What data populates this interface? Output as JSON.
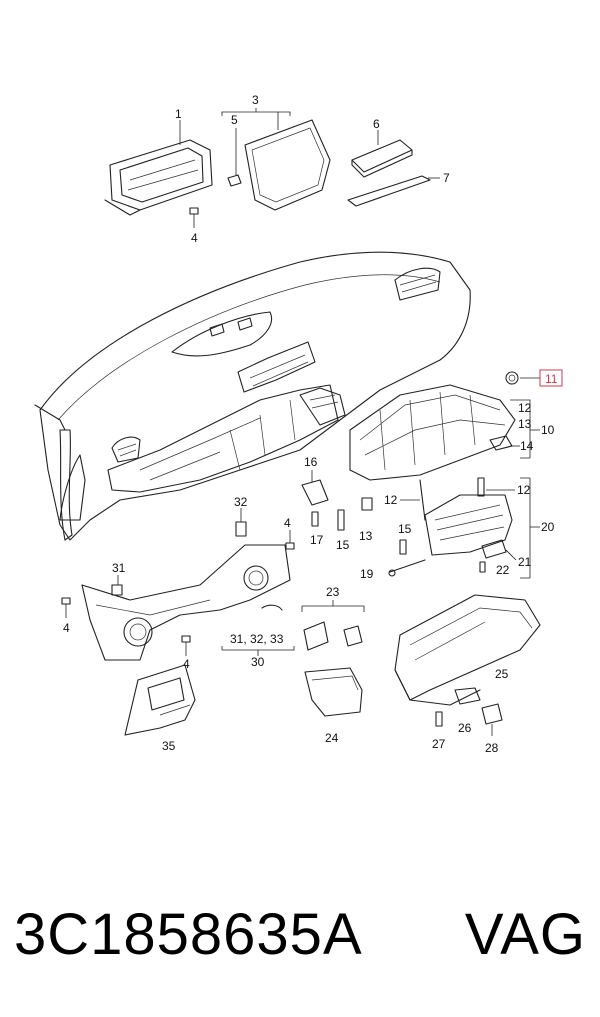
{
  "callouts": {
    "c1": "1",
    "c3": "3",
    "c5": "5",
    "c6": "6",
    "c7": "7",
    "c4a": "4",
    "c4b": "4",
    "c4c": "4",
    "c4d": "4",
    "c11": "11",
    "c12a": "12",
    "c13a": "13",
    "c10": "10",
    "c14": "14",
    "c16": "16",
    "c17": "17",
    "c15a": "15",
    "c13b": "13",
    "c12b": "12",
    "c12c": "12",
    "c15b": "15",
    "c20": "20",
    "c19": "19",
    "c21": "21",
    "c22": "22",
    "c32": "32",
    "c31": "31",
    "c313233": "31, 32, 33",
    "c30": "30",
    "c23": "23",
    "c24": "24",
    "c25": "25",
    "c26": "26",
    "c27": "27",
    "c28": "28",
    "c35": "35"
  },
  "highlight_color": "#d4374a",
  "footer": {
    "part_number": "3C1858635A",
    "brand": "VAG"
  }
}
